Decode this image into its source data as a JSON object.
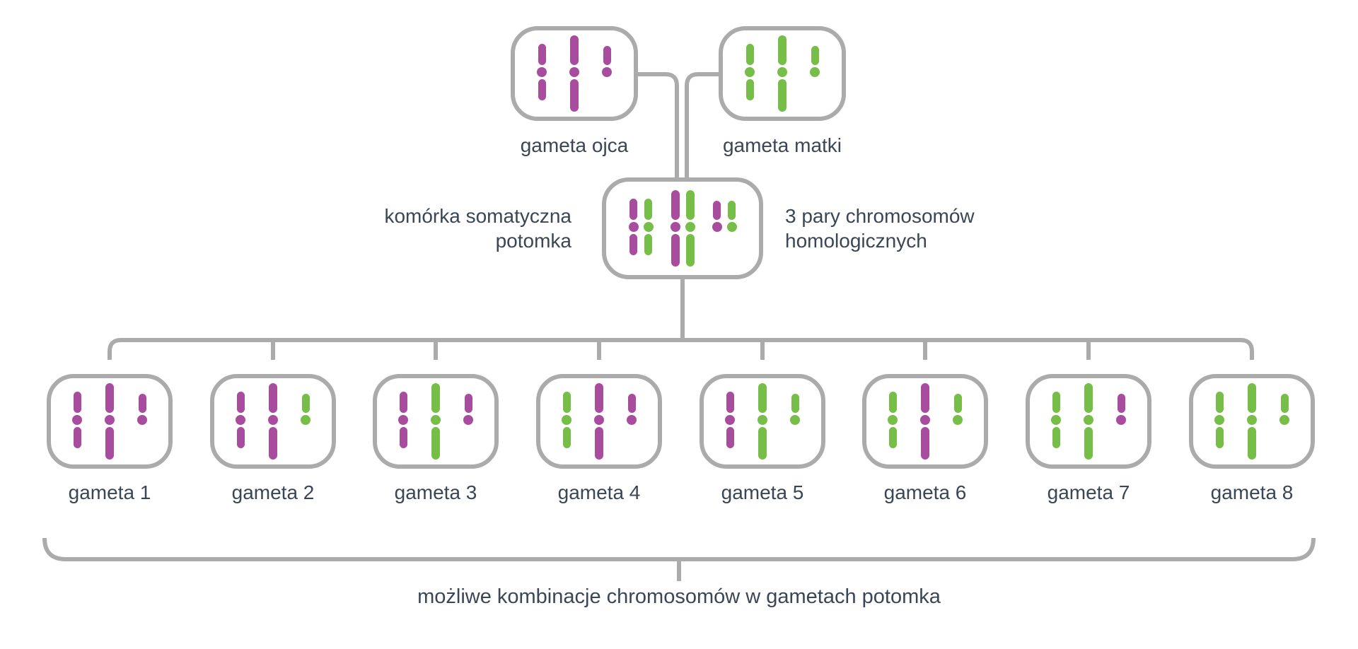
{
  "colors": {
    "father": "#a84c9e",
    "mother": "#76be48",
    "line": "#ababab",
    "text": "#3a4656"
  },
  "sizes_order": [
    "m",
    "l",
    "s"
  ],
  "parents": [
    {
      "id": "father",
      "label": "gameta ojca",
      "chromosomes": [
        {
          "size": "m",
          "parent": "father"
        },
        {
          "size": "l",
          "parent": "father"
        },
        {
          "size": "s",
          "parent": "father"
        }
      ]
    },
    {
      "id": "mother",
      "label": "gameta matki",
      "chromosomes": [
        {
          "size": "m",
          "parent": "mother"
        },
        {
          "size": "l",
          "parent": "mother"
        },
        {
          "size": "s",
          "parent": "mother"
        }
      ]
    }
  ],
  "somatic": {
    "left_label_line1": "komórka somatyczna",
    "left_label_line2": "potomka",
    "right_label_line1": "3 pary chromosomów",
    "right_label_line2": "homologicznych",
    "pairs": [
      {
        "size": "m",
        "parents": [
          "father",
          "mother"
        ]
      },
      {
        "size": "l",
        "parents": [
          "father",
          "mother"
        ]
      },
      {
        "size": "s",
        "parents": [
          "father",
          "mother"
        ]
      }
    ]
  },
  "gametes": [
    {
      "label": "gameta 1",
      "chromosomes": [
        "father",
        "father",
        "father"
      ]
    },
    {
      "label": "gameta 2",
      "chromosomes": [
        "father",
        "father",
        "mother"
      ]
    },
    {
      "label": "gameta 3",
      "chromosomes": [
        "father",
        "mother",
        "father"
      ]
    },
    {
      "label": "gameta 4",
      "chromosomes": [
        "mother",
        "father",
        "father"
      ]
    },
    {
      "label": "gameta 5",
      "chromosomes": [
        "father",
        "mother",
        "mother"
      ]
    },
    {
      "label": "gameta 6",
      "chromosomes": [
        "mother",
        "father",
        "mother"
      ]
    },
    {
      "label": "gameta 7",
      "chromosomes": [
        "mother",
        "mother",
        "father"
      ]
    },
    {
      "label": "gameta 8",
      "chromosomes": [
        "mother",
        "mother",
        "mother"
      ]
    }
  ],
  "caption": "możliwe kombinacje chromosomów w gametach potomka"
}
